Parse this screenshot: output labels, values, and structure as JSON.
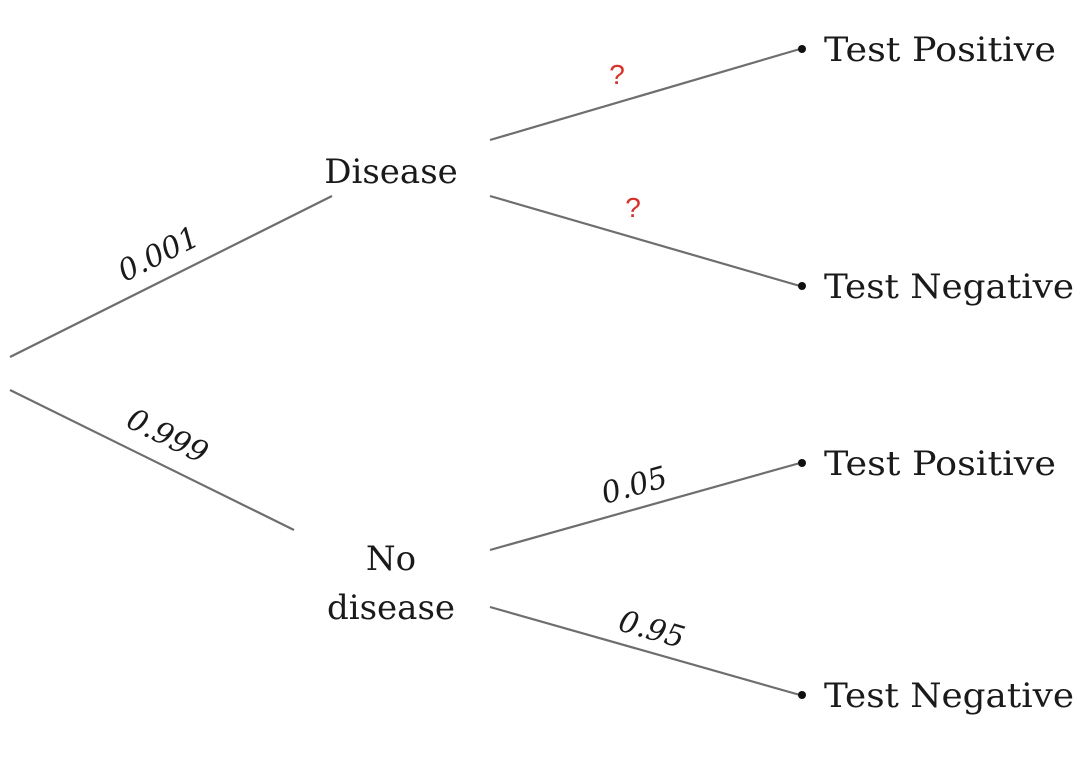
{
  "nodes": {
    "disease": "Disease",
    "no_disease_line1": "No",
    "no_disease_line2": "disease",
    "leaf_1": "Test Positive",
    "leaf_2": "Test Negative",
    "leaf_3": "Test Positive",
    "leaf_4": "Test Negative"
  },
  "edges": {
    "root_to_disease": "0.001",
    "root_to_no_disease": "0.999",
    "disease_to_positive": "?",
    "disease_to_negative": "?",
    "no_disease_to_positive": "0.05",
    "no_disease_to_negative": "0.95"
  },
  "colors": {
    "unknown_label": "#d9302a",
    "edge": "#6e6e6e"
  }
}
